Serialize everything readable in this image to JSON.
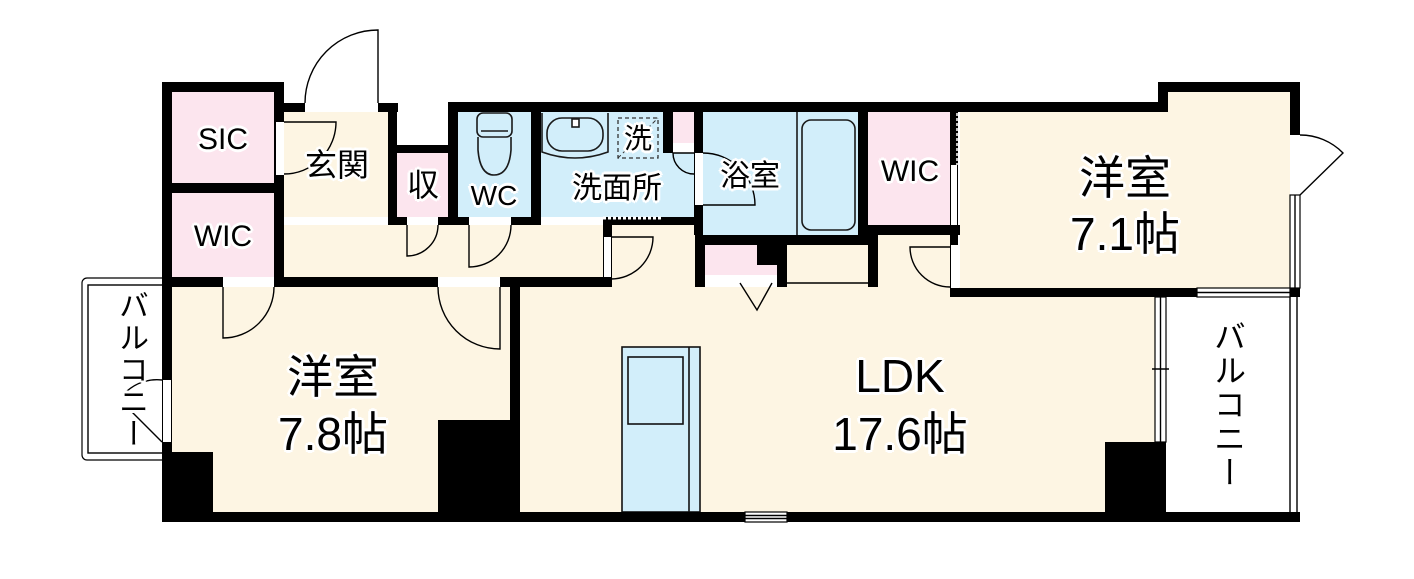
{
  "colors": {
    "living": "#FDF5E3",
    "storage": "#FCE5EE",
    "wet": "#D2EEFA",
    "wall": "#000000",
    "bg": "#FFFFFF"
  },
  "rooms": {
    "sic": {
      "label": "SIC"
    },
    "wic_left": {
      "label": "WIC"
    },
    "entrance": {
      "label": "玄関"
    },
    "storage": {
      "label": "収"
    },
    "wc": {
      "label": "WC"
    },
    "washroom": {
      "label": "洗面所",
      "washer_label": "洗"
    },
    "bathroom": {
      "label": "浴室"
    },
    "wic_right": {
      "label": "WIC"
    },
    "western_room_east": {
      "label": "洋室",
      "size": "7.1帖"
    },
    "western_room_west": {
      "label": "洋室",
      "size": "7.8帖"
    },
    "ldk": {
      "label": "LDK",
      "size": "17.6帖"
    },
    "balcony_west": {
      "label": "バルコニー"
    },
    "balcony_east": {
      "label": "バルコニー"
    }
  }
}
